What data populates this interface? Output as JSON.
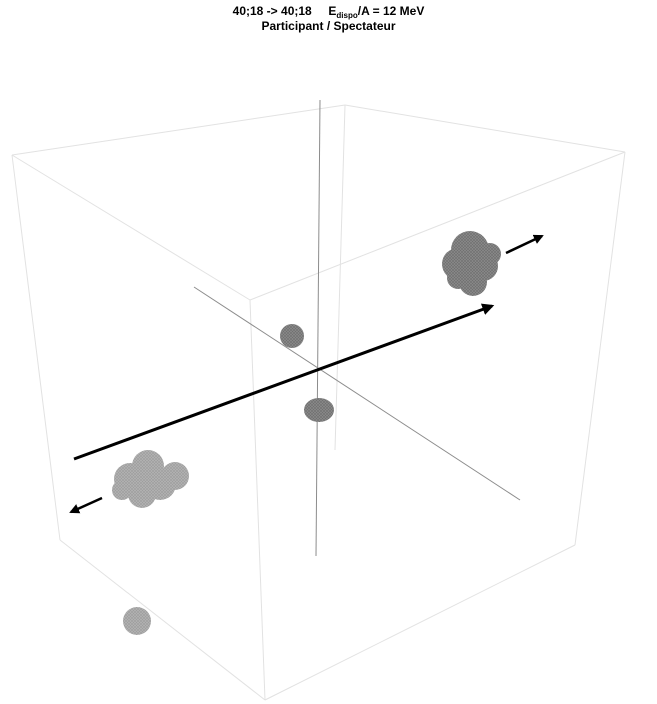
{
  "title": {
    "reaction": "40;18 -> 40;18",
    "energy_symbol": "E",
    "energy_subscript": "dispo",
    "energy_rest": "/A = 12 MeV",
    "subtitle": "Participant / Spectateur"
  },
  "colors": {
    "background": "#ffffff",
    "box_edges": "#e2e2e2",
    "axes": "#8c8c8c",
    "arrows": "#000000",
    "participant_fragment": "#8a8a8a",
    "spectator_fragment": "#b3b3b3"
  }
}
